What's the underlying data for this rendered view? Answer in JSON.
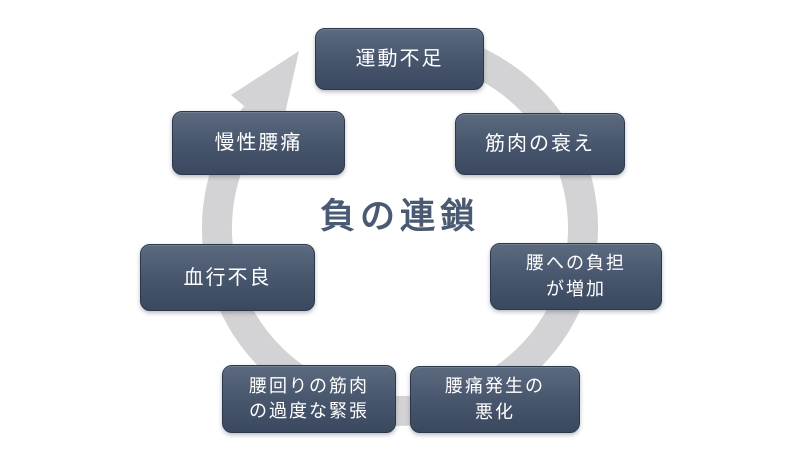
{
  "diagram": {
    "title": "負の連鎖",
    "cycle_direction": "clockwise",
    "nodes": [
      {
        "position": "top",
        "lines": [
          "運動不足"
        ]
      },
      {
        "position": "top-right",
        "lines": [
          "筋肉の衰え"
        ]
      },
      {
        "position": "right",
        "lines": [
          "腰への負担",
          "が増加"
        ]
      },
      {
        "position": "bottom-right",
        "lines": [
          "腰痛発生の",
          "悪化"
        ]
      },
      {
        "position": "bottom-left",
        "lines": [
          "腰回りの筋肉",
          "の過度な緊張"
        ]
      },
      {
        "position": "left",
        "lines": [
          "血行不良"
        ]
      },
      {
        "position": "top-left",
        "lines": [
          "慢性腰痛"
        ]
      }
    ],
    "colors": {
      "node_gradient_top": "#5c6a80",
      "node_gradient_bottom": "#3a4860",
      "node_border": "#2c3849",
      "node_text": "#ffffff",
      "ring": "#d3d3d5",
      "title_text": "#4a5a72",
      "background": "#ffffff"
    }
  }
}
